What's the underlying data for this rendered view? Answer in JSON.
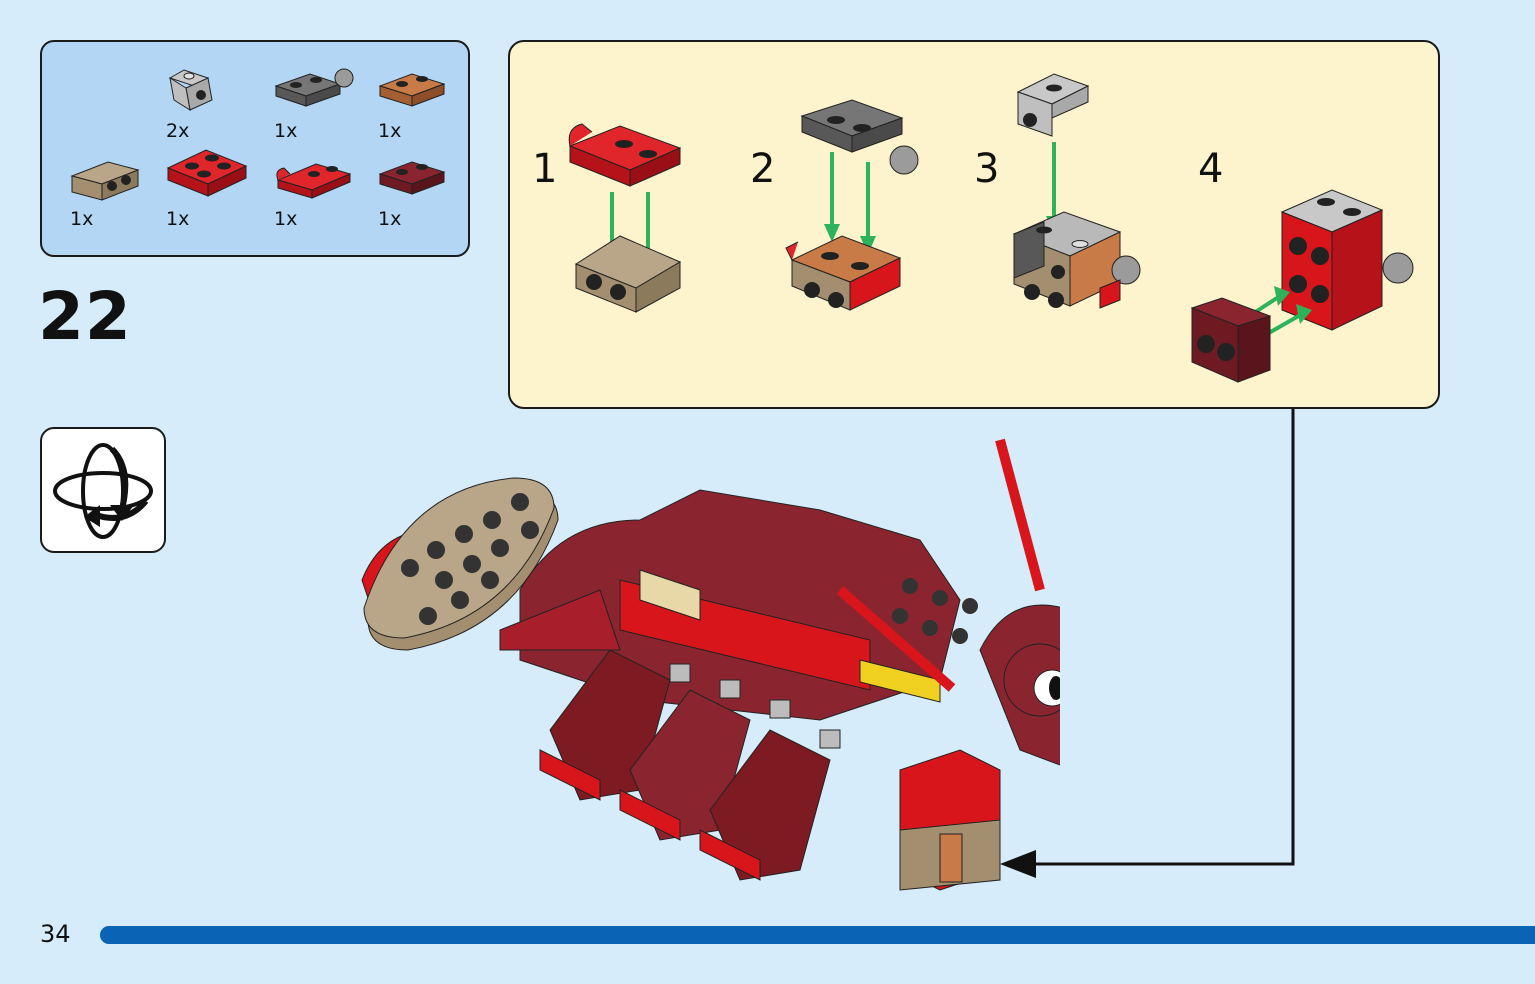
{
  "parts": [
    {
      "qty": "2x",
      "icon": "light-gray-bracket"
    },
    {
      "qty": "1x",
      "icon": "dark-gray-plate-ball"
    },
    {
      "qty": "1x",
      "icon": "brown-plate-1x2"
    },
    {
      "qty": "1x",
      "icon": "tan-bracket-1x2"
    },
    {
      "qty": "1x",
      "icon": "red-plate-2x2"
    },
    {
      "qty": "1x",
      "icon": "red-plate-clip"
    },
    {
      "qty": "1x",
      "icon": "dark-red-plate-1x2"
    }
  ],
  "step": {
    "number": "22"
  },
  "substeps": [
    {
      "label": "1"
    },
    {
      "label": "2"
    },
    {
      "label": "3"
    },
    {
      "label": "4"
    }
  ],
  "footer": {
    "page_number": "34"
  },
  "colors": {
    "background": "#d6ecfb",
    "parts_box": "#b3d6f5",
    "substep_box": "#fdf3cc",
    "progress_bar": "#0a63b4",
    "red": "#d8151b",
    "dark_red": "#7d1a22",
    "tan": "#a38f6f",
    "arrow_green": "#2db35a"
  }
}
